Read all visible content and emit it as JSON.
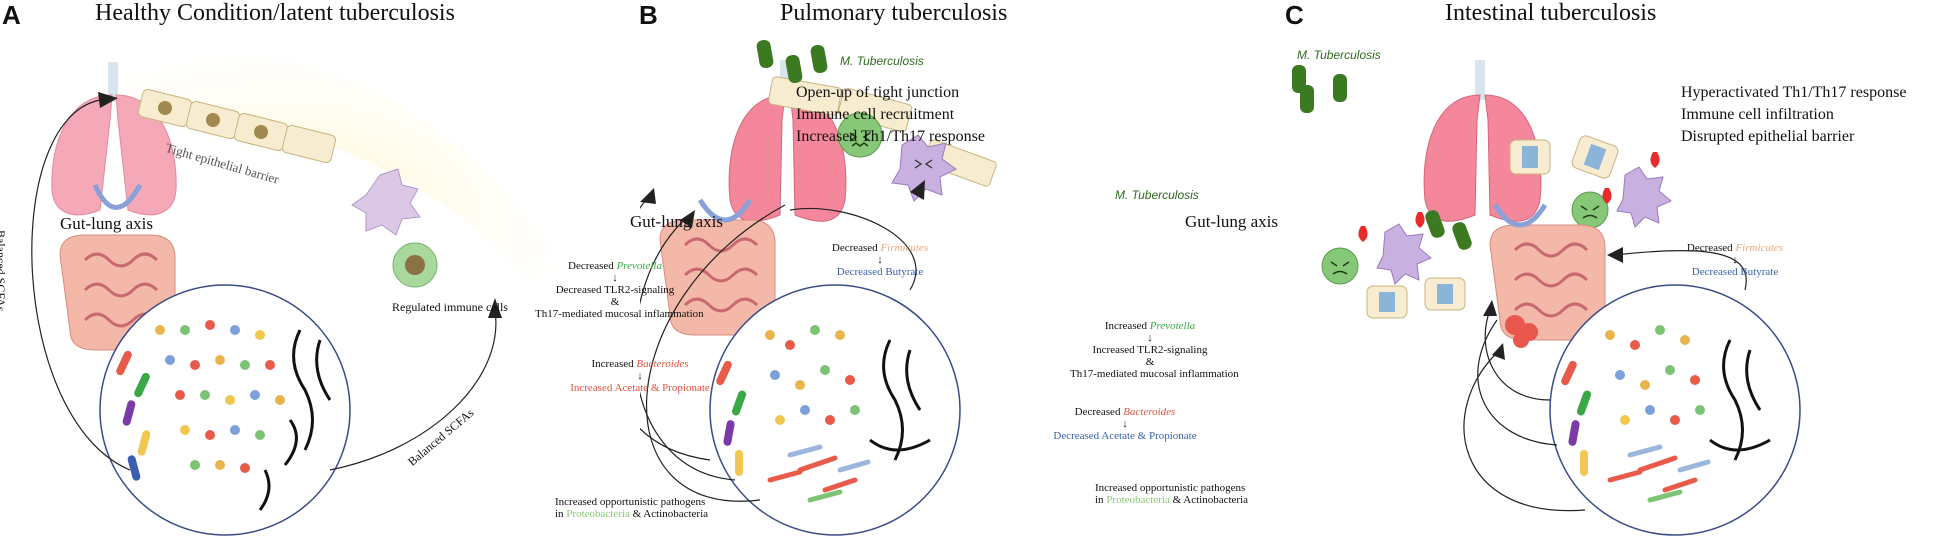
{
  "panels": [
    {
      "letter": "A",
      "title": "Healthy Condition/latent tuberculosis",
      "labels": {
        "tight_barrier": "Tight epithelial barrier",
        "gut_lung": "Gut-lung axis",
        "balanced_scfas_left": "Balanced SCFAs",
        "balanced_scfas_right": "Balanced SCFAs",
        "regulated": "Regulated immune cells"
      }
    },
    {
      "letter": "B",
      "title": "Pulmonary tuberculosis",
      "labels": {
        "mtb": "M. Tuberculosis",
        "effects": [
          "Open-up of tight junction",
          "Immune cell recruitment",
          "Increased Th1/Th17 response"
        ],
        "gut_lung": "Gut-lung axis",
        "firmicutes_prefix": "Decreased ",
        "firmicutes": "Firmicutes",
        "butyrate": "Decreased Butyrate",
        "prevotella_prefix": "Decreased ",
        "prevotella": "Prevotella",
        "tlr2": "Decreased TLR2-signaling",
        "amp": "&",
        "th17": "Th17-mediated mucosal inflammation",
        "bacteroides_prefix": "Increased ",
        "bacteroides": "Bacteroides",
        "acetate": "Increased Acetate & Propionate",
        "pathogens_line1": "Increased opportunistic pathogens",
        "pathogens_in": "in ",
        "proteobacteria": "Proteobacteria",
        "actino": " & Actinobacteria",
        "arrow": "↓"
      }
    },
    {
      "letter": "C",
      "title": "Intestinal tuberculosis",
      "labels": {
        "mtb_top": "M. Tuberculosis",
        "mtb_left": "M. Tuberculosis",
        "effects": [
          "Hyperactivated Th1/Th17 response",
          "Immune cell infiltration",
          "Disrupted epithelial barrier"
        ],
        "gut_lung": "Gut-lung axis",
        "firmicutes_prefix": "Decreased ",
        "firmicutes": "Firmicutes",
        "butyrate": "Decreased Butyrate",
        "prevotella_prefix": "Increased ",
        "prevotella": "Prevotella",
        "tlr2": "Increased TLR2-signaling",
        "amp": "&",
        "th17": "Th17-mediated mucosal inflammation",
        "bacteroides_prefix": "Decreased ",
        "bacteroides": "Bacteroides",
        "acetate": "Decreased Acetate & Propionate",
        "pathogens_line1": "Increased opportunistic pathogens",
        "pathogens_in": "in ",
        "proteobacteria": "Proteobacteria",
        "actino": " & Actinobacteria",
        "arrow": "↓"
      }
    }
  ],
  "colors": {
    "prevotella": "#3aa845",
    "bacteroides": "#e0533b",
    "firmicutes_a": "#e8a87c",
    "firmicutes_b": "#9ab6dc",
    "butyrate": "#3a5fb0",
    "acetate_up": "#e0533b",
    "acetate_down": "#3a5fb0",
    "mtb": "#2e6a1e",
    "lung": "#f08c9a",
    "gut": "#e8a0a8"
  }
}
